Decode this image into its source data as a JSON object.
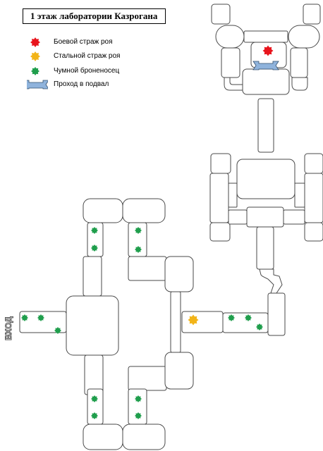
{
  "title": "1 этаж лаборатории Казрогана",
  "legend": [
    {
      "label": "Боевой страж роя",
      "icon": "red-star-icon",
      "color": "#e8141c"
    },
    {
      "label": "Стальной страж роя",
      "icon": "orange-star-icon",
      "color": "#f2b418"
    },
    {
      "label": "Чумной броненосец",
      "icon": "green-star-icon",
      "color": "#1f9e4c"
    },
    {
      "label": "Проход в подвал",
      "icon": "ribbon-icon",
      "color": "#8fb3dc"
    }
  ],
  "entrance_label": "ВХОД",
  "markers": {
    "colors": {
      "battle": "#e8141c",
      "steel": "#f2b418",
      "plague": "#1f9e4c",
      "passage": "#8fb3dc"
    }
  }
}
